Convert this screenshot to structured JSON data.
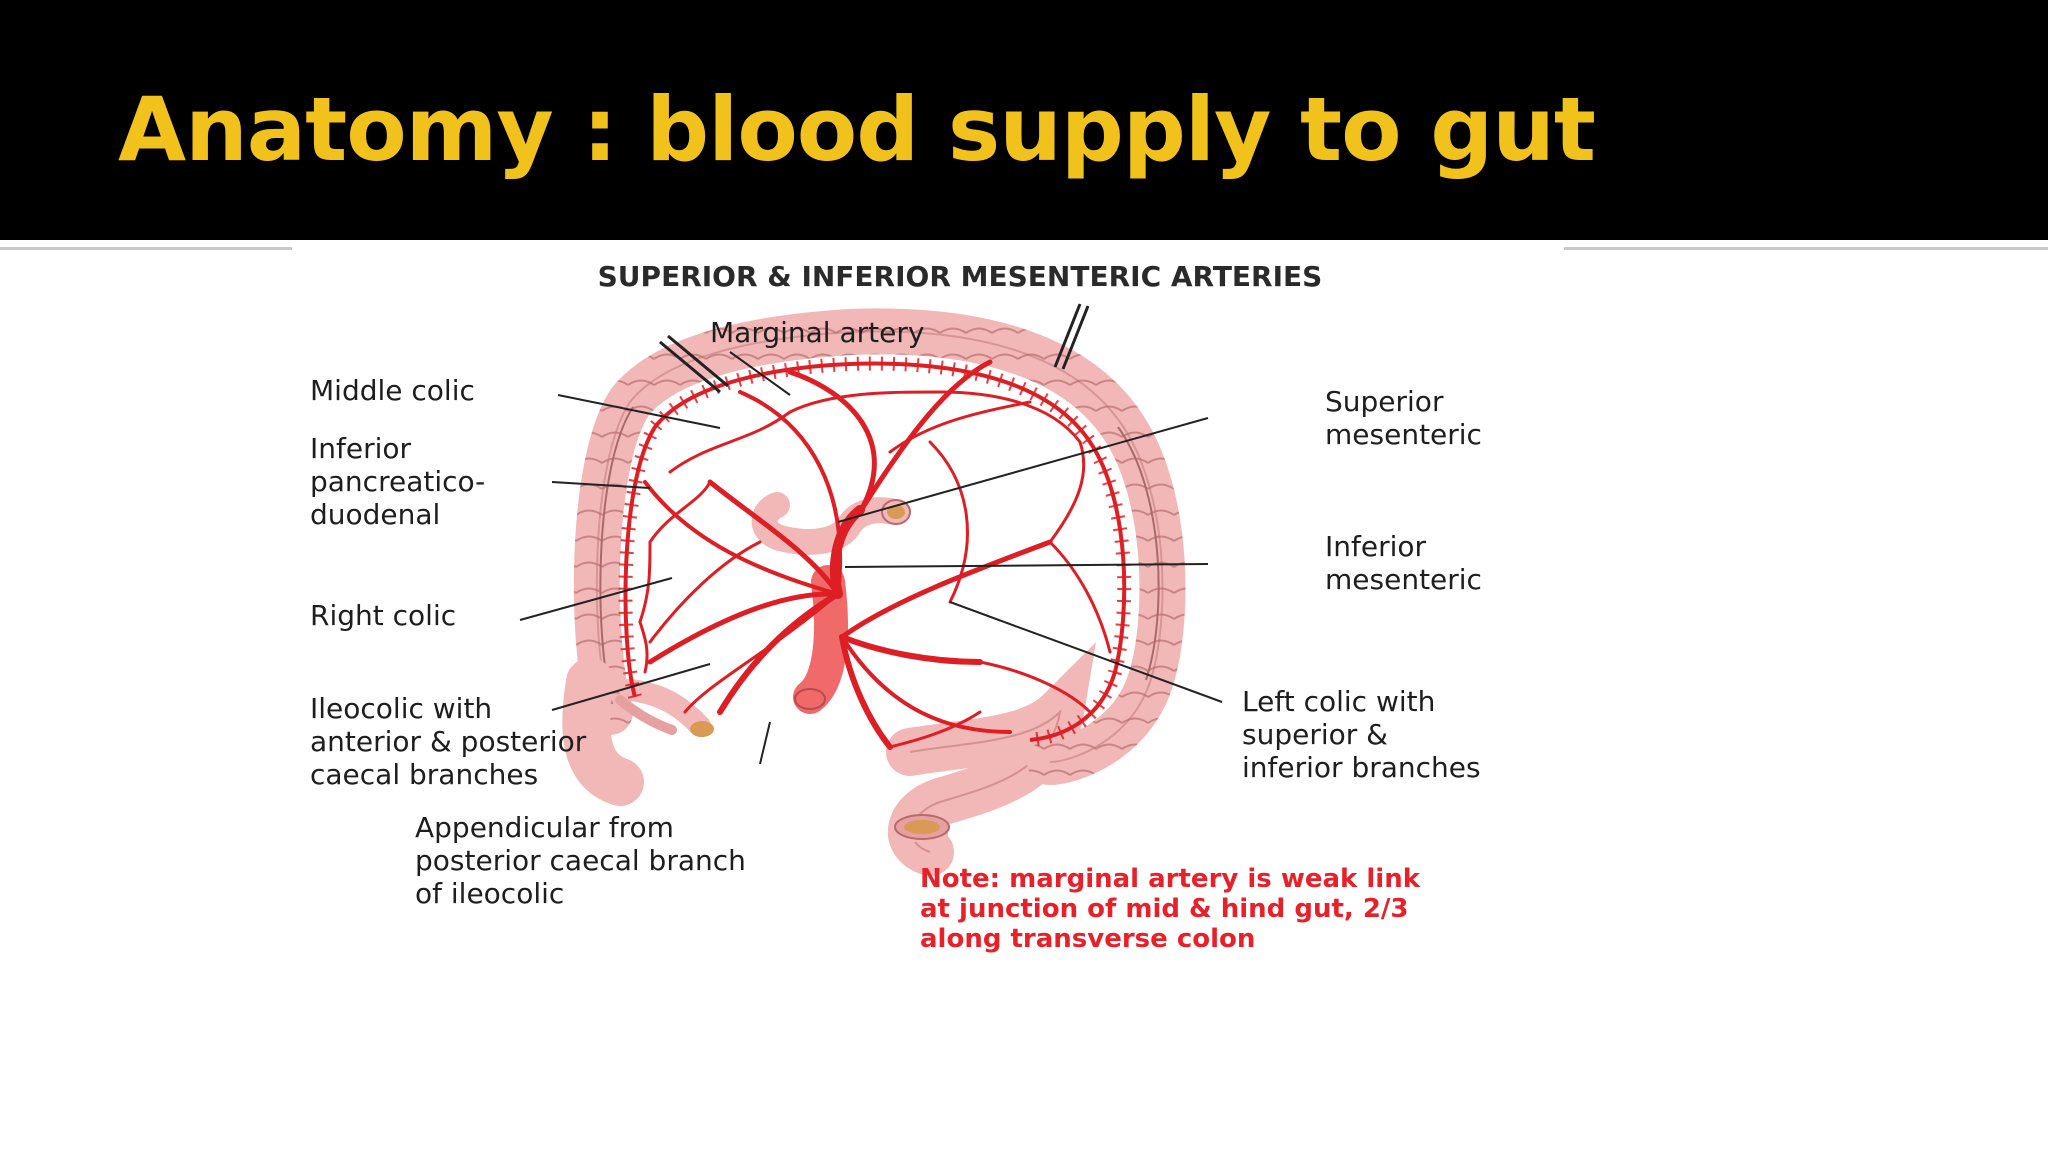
{
  "slide": {
    "title": "Anatomy : blood supply to gut"
  },
  "figure": {
    "title": "SUPERIOR & INFERIOR MESENTERIC ARTERIES",
    "labels": {
      "marginal_artery": "Marginal artery",
      "middle_colic": "Middle colic",
      "inferior_pancreaticoduodenal": "Inferior\npancreatico-\nduodenal",
      "right_colic": "Right colic",
      "ileocolic": "Ileocolic with\nanterior & posterior\ncaecal branches",
      "appendicular": "Appendicular from\nposterior caecal branch\nof ileocolic",
      "superior_mesenteric": "Superior\nmesenteric",
      "inferior_mesenteric": "Inferior\nmesenteric",
      "left_colic": "Left colic with\nsuperior &\ninferior branches"
    },
    "note": "Note: marginal artery is weak link\nat junction of mid & hind gut, 2/3\nalong transverse colon"
  },
  "colors": {
    "title_bar": "#000000",
    "title_text": "#f2c21c",
    "colon": "#f2b8b8",
    "colon_outline": "#b86a6a",
    "artery": "#dd1f25",
    "note_text": "#e8202a"
  }
}
